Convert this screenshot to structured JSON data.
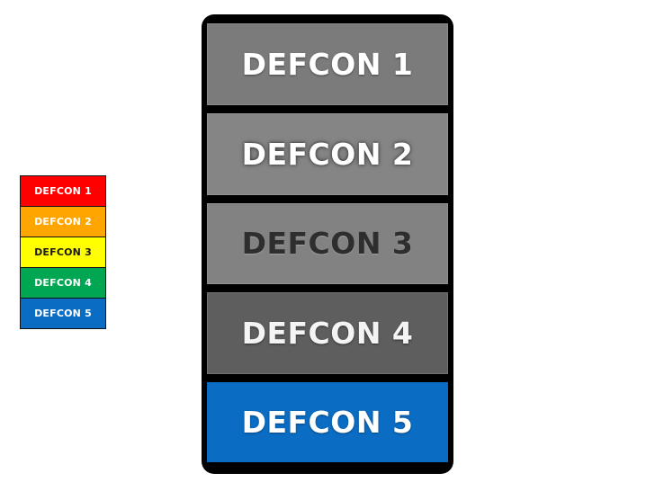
{
  "legend": {
    "items": [
      {
        "label": "DEFCON 1",
        "bg": "#ff0000",
        "fg": "#ffffff"
      },
      {
        "label": "DEFCON 2",
        "bg": "#ffa500",
        "fg": "#ffffff"
      },
      {
        "label": "DEFCON 3",
        "bg": "#ffff00",
        "fg": "#1a1a1a"
      },
      {
        "label": "DEFCON 4",
        "bg": "#00a651",
        "fg": "#ffffff"
      },
      {
        "label": "DEFCON 5",
        "bg": "#0a6cc2",
        "fg": "#ffffff"
      }
    ]
  },
  "panel": {
    "levels": [
      {
        "label": "DEFCON 1",
        "active": false
      },
      {
        "label": "DEFCON 2",
        "active": false
      },
      {
        "label": "DEFCON 3",
        "active": false
      },
      {
        "label": "DEFCON 4",
        "active": false
      },
      {
        "label": "DEFCON 5",
        "active": true,
        "active_color": "#0a6cc2"
      }
    ]
  }
}
